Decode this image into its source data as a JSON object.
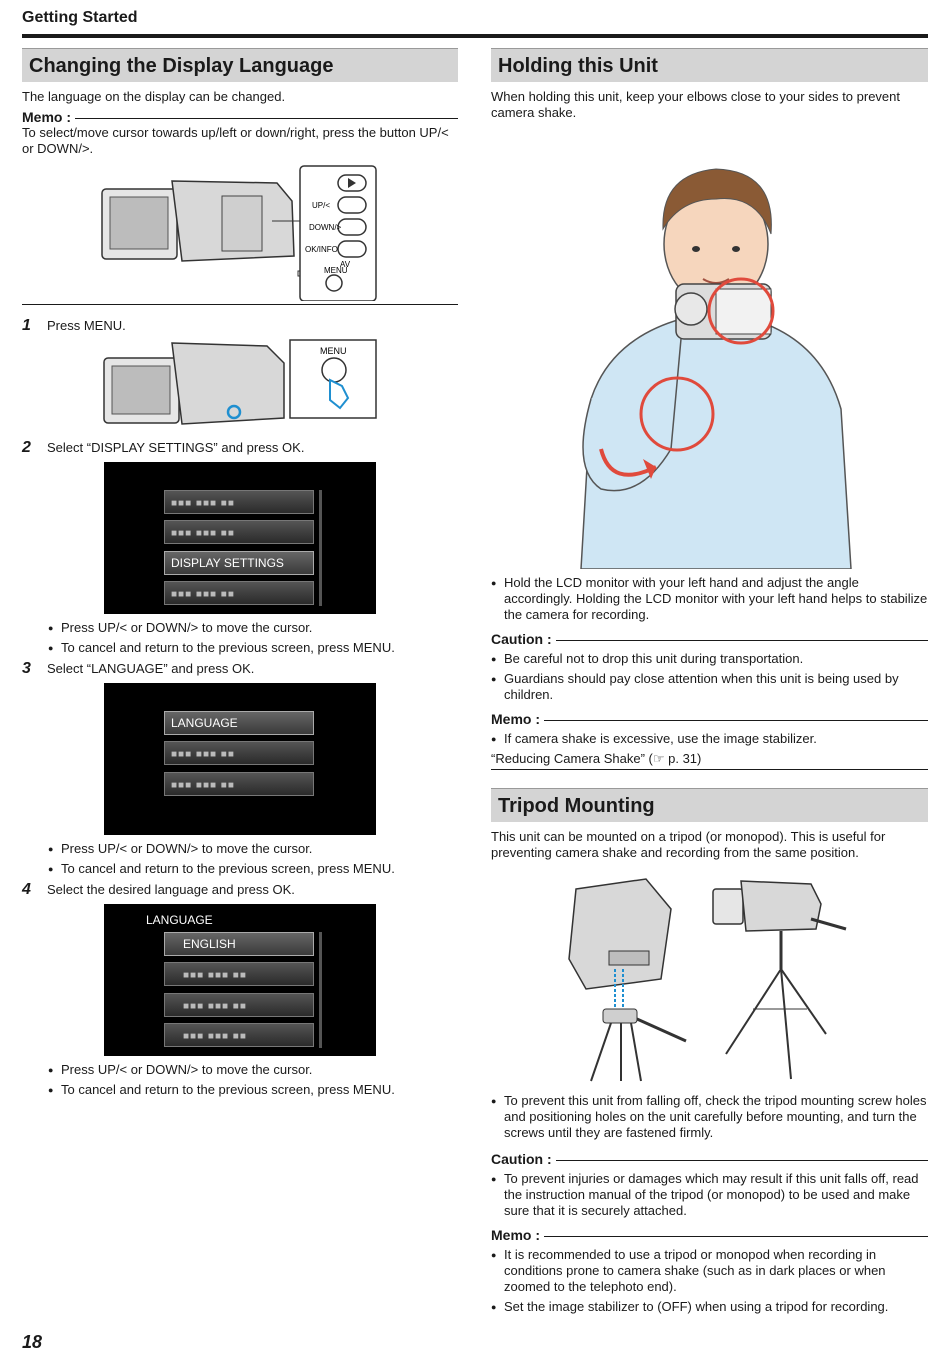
{
  "header": {
    "title": "Getting Started"
  },
  "left": {
    "section_title": "Changing the Display Language",
    "intro": "The language on the display can be changed.",
    "memo_label": "Memo :",
    "memo_text": "To select/move cursor towards up/left or down/right, press the button UP/< or DOWN/>.",
    "diagram_buttons": [
      "UP/<",
      "DOWN/>",
      "OK/INFO",
      "AV",
      "MENU"
    ],
    "menu_label": "MENU",
    "steps": [
      {
        "num": "1",
        "text": "Press MENU."
      },
      {
        "num": "2",
        "text": "Select “DISPLAY SETTINGS” and press OK."
      },
      {
        "num": "3",
        "text": "Select “LANGUAGE” and press OK."
      },
      {
        "num": "4",
        "text": "Select the desired language and press OK."
      }
    ],
    "screen2": {
      "selected": "DISPLAY SETTINGS"
    },
    "screen3": {
      "selected": "LANGUAGE"
    },
    "screen4": {
      "heading": "LANGUAGE",
      "selected": "ENGLISH"
    },
    "placeholder_item": "■■■ ■■■ ■■",
    "bullet_move": "Press UP/< or DOWN/> to move the cursor.",
    "bullet_cancel": "To cancel and return to the previous screen, press MENU."
  },
  "right": {
    "holding": {
      "title": "Holding this Unit",
      "intro": "When holding this unit, keep your elbows close to your sides to prevent camera shake.",
      "bullet": "Hold the LCD monitor with your left hand and adjust the angle accordingly. Holding the LCD monitor with your left hand helps to stabilize the camera for recording.",
      "caution_label": "Caution :",
      "cautions": [
        "Be careful not to drop this unit during transportation.",
        "Guardians should pay close attention when this unit is being used by children."
      ],
      "memo_label": "Memo :",
      "memo": "If camera shake is excessive, use the image stabilizer.",
      "xref": "“Reducing Camera Shake” (☞ p. 31)"
    },
    "tripod": {
      "title": "Tripod Mounting",
      "intro": "This unit can be mounted on a tripod (or monopod). This is useful for preventing camera shake and recording from the same position.",
      "bullet": "To prevent this unit from falling off, check the tripod mounting screw holes and positioning holes on the unit carefully before mounting, and turn the screws until they are fastened firmly.",
      "caution_label": "Caution :",
      "caution": "To prevent injuries or damages which may result if this unit falls off, read the instruction manual of the tripod (or monopod) to be used and make sure that it is securely attached.",
      "memo_label": "Memo :",
      "memos": [
        "It is recommended to use a tripod or monopod when recording in conditions prone to camera shake (such as in dark places or when zoomed to the telephoto end).",
        "Set the image stabilizer to (OFF) when using a tripod for recording."
      ]
    }
  },
  "page_number": "18"
}
